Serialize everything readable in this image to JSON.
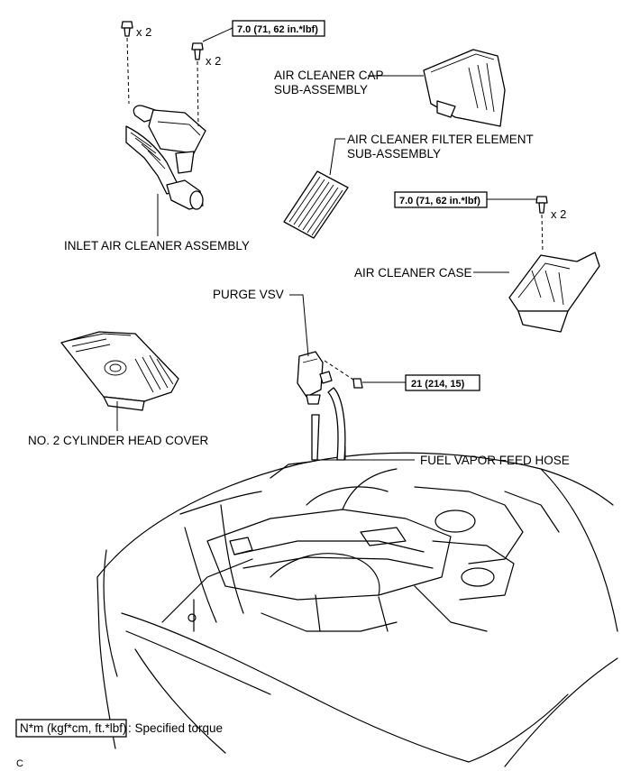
{
  "labels": {
    "inlet_air_cleaner": "INLET AIR CLEANER ASSEMBLY",
    "air_cleaner_cap_line1": "AIR CLEANER CAP",
    "air_cleaner_cap_line2": "SUB-ASSEMBLY",
    "filter_element_line1": "AIR CLEANER FILTER ELEMENT",
    "filter_element_line2": "SUB-ASSEMBLY",
    "air_cleaner_case": "AIR CLEANER CASE",
    "purge_vsv": "PURGE VSV",
    "cylinder_head_cover": "NO. 2 CYLINDER HEAD COVER",
    "fuel_vapor_hose": "FUEL VAPOR FEED HOSE"
  },
  "torques": {
    "inlet_bolt": "7.0 (71, 62 in.*lbf)",
    "case_bolt": "7.0 (71, 62 in.*lbf)",
    "vsv_bolt": "21 (214, 15)"
  },
  "quantities": {
    "clip_qty": "x 2",
    "inlet_bolt_qty": "x 2",
    "case_bolt_qty": "x 2"
  },
  "legend": {
    "unit_box": "N*m (kgf*cm, ft.*lbf)",
    "description": ": Specified torque"
  },
  "footer_code": "C"
}
